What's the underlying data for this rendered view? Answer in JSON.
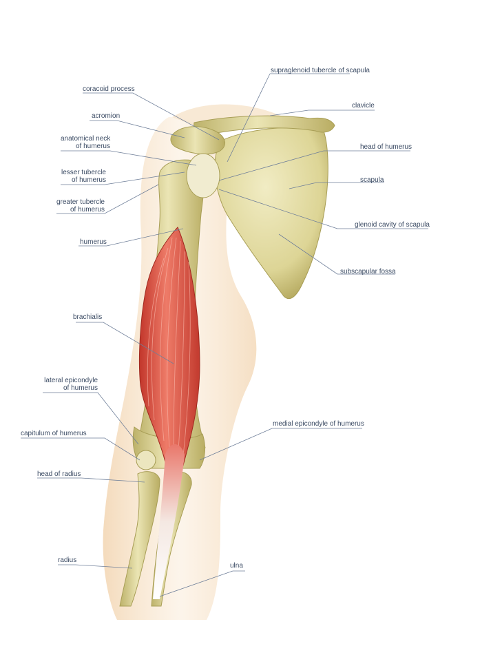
{
  "colors": {
    "leader": "#6f7f99",
    "text": "#3a4a63",
    "bone": "#ddd596",
    "bone_dark": "#a89e56",
    "muscle": "#d9483a",
    "skin": "#f7e3c9"
  },
  "labels": {
    "supraglenoid": [
      "supraglenoid tubercle of scapula"
    ],
    "coracoid": [
      "coracoid process"
    ],
    "clavicle": [
      "clavicle"
    ],
    "acromion": [
      "acromion"
    ],
    "anatomical_neck": [
      "anatomical neck",
      "of humerus"
    ],
    "head_humerus": [
      "head of humerus"
    ],
    "lesser_tubercle": [
      "lesser tubercle",
      "of humerus"
    ],
    "scapula": [
      "scapula"
    ],
    "greater_tubercle": [
      "greater tubercle",
      "of humerus"
    ],
    "glenoid": [
      "glenoid cavity of scapula"
    ],
    "humerus": [
      "humerus"
    ],
    "subscapular": [
      "subscapular fossa"
    ],
    "brachialis": [
      "brachialis"
    ],
    "lateral_epicondyle": [
      "lateral epicondyle",
      "of humerus"
    ],
    "medial_epicondyle": [
      "medial epicondyle of humerus"
    ],
    "capitulum": [
      "capitulum of humerus"
    ],
    "head_radius": [
      "head of radius"
    ],
    "radius": [
      "radius"
    ],
    "ulna": [
      "ulna"
    ]
  }
}
